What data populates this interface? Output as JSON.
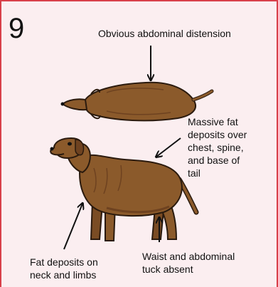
{
  "score": "9",
  "captions": {
    "top": "Obvious abdominal distension",
    "fat": "Massive fat\ndeposits over\nchest, spine,\nand base of\ntail",
    "neck": "Fat deposits on\nneck and limbs",
    "waist": "Waist and abdominal\ntuck absent"
  },
  "colors": {
    "border": "#d8404a",
    "panel": "#fbeef0",
    "dog": "#8b5a2b",
    "dog_shade": "#6e4220",
    "outline": "#2a1a0e"
  }
}
